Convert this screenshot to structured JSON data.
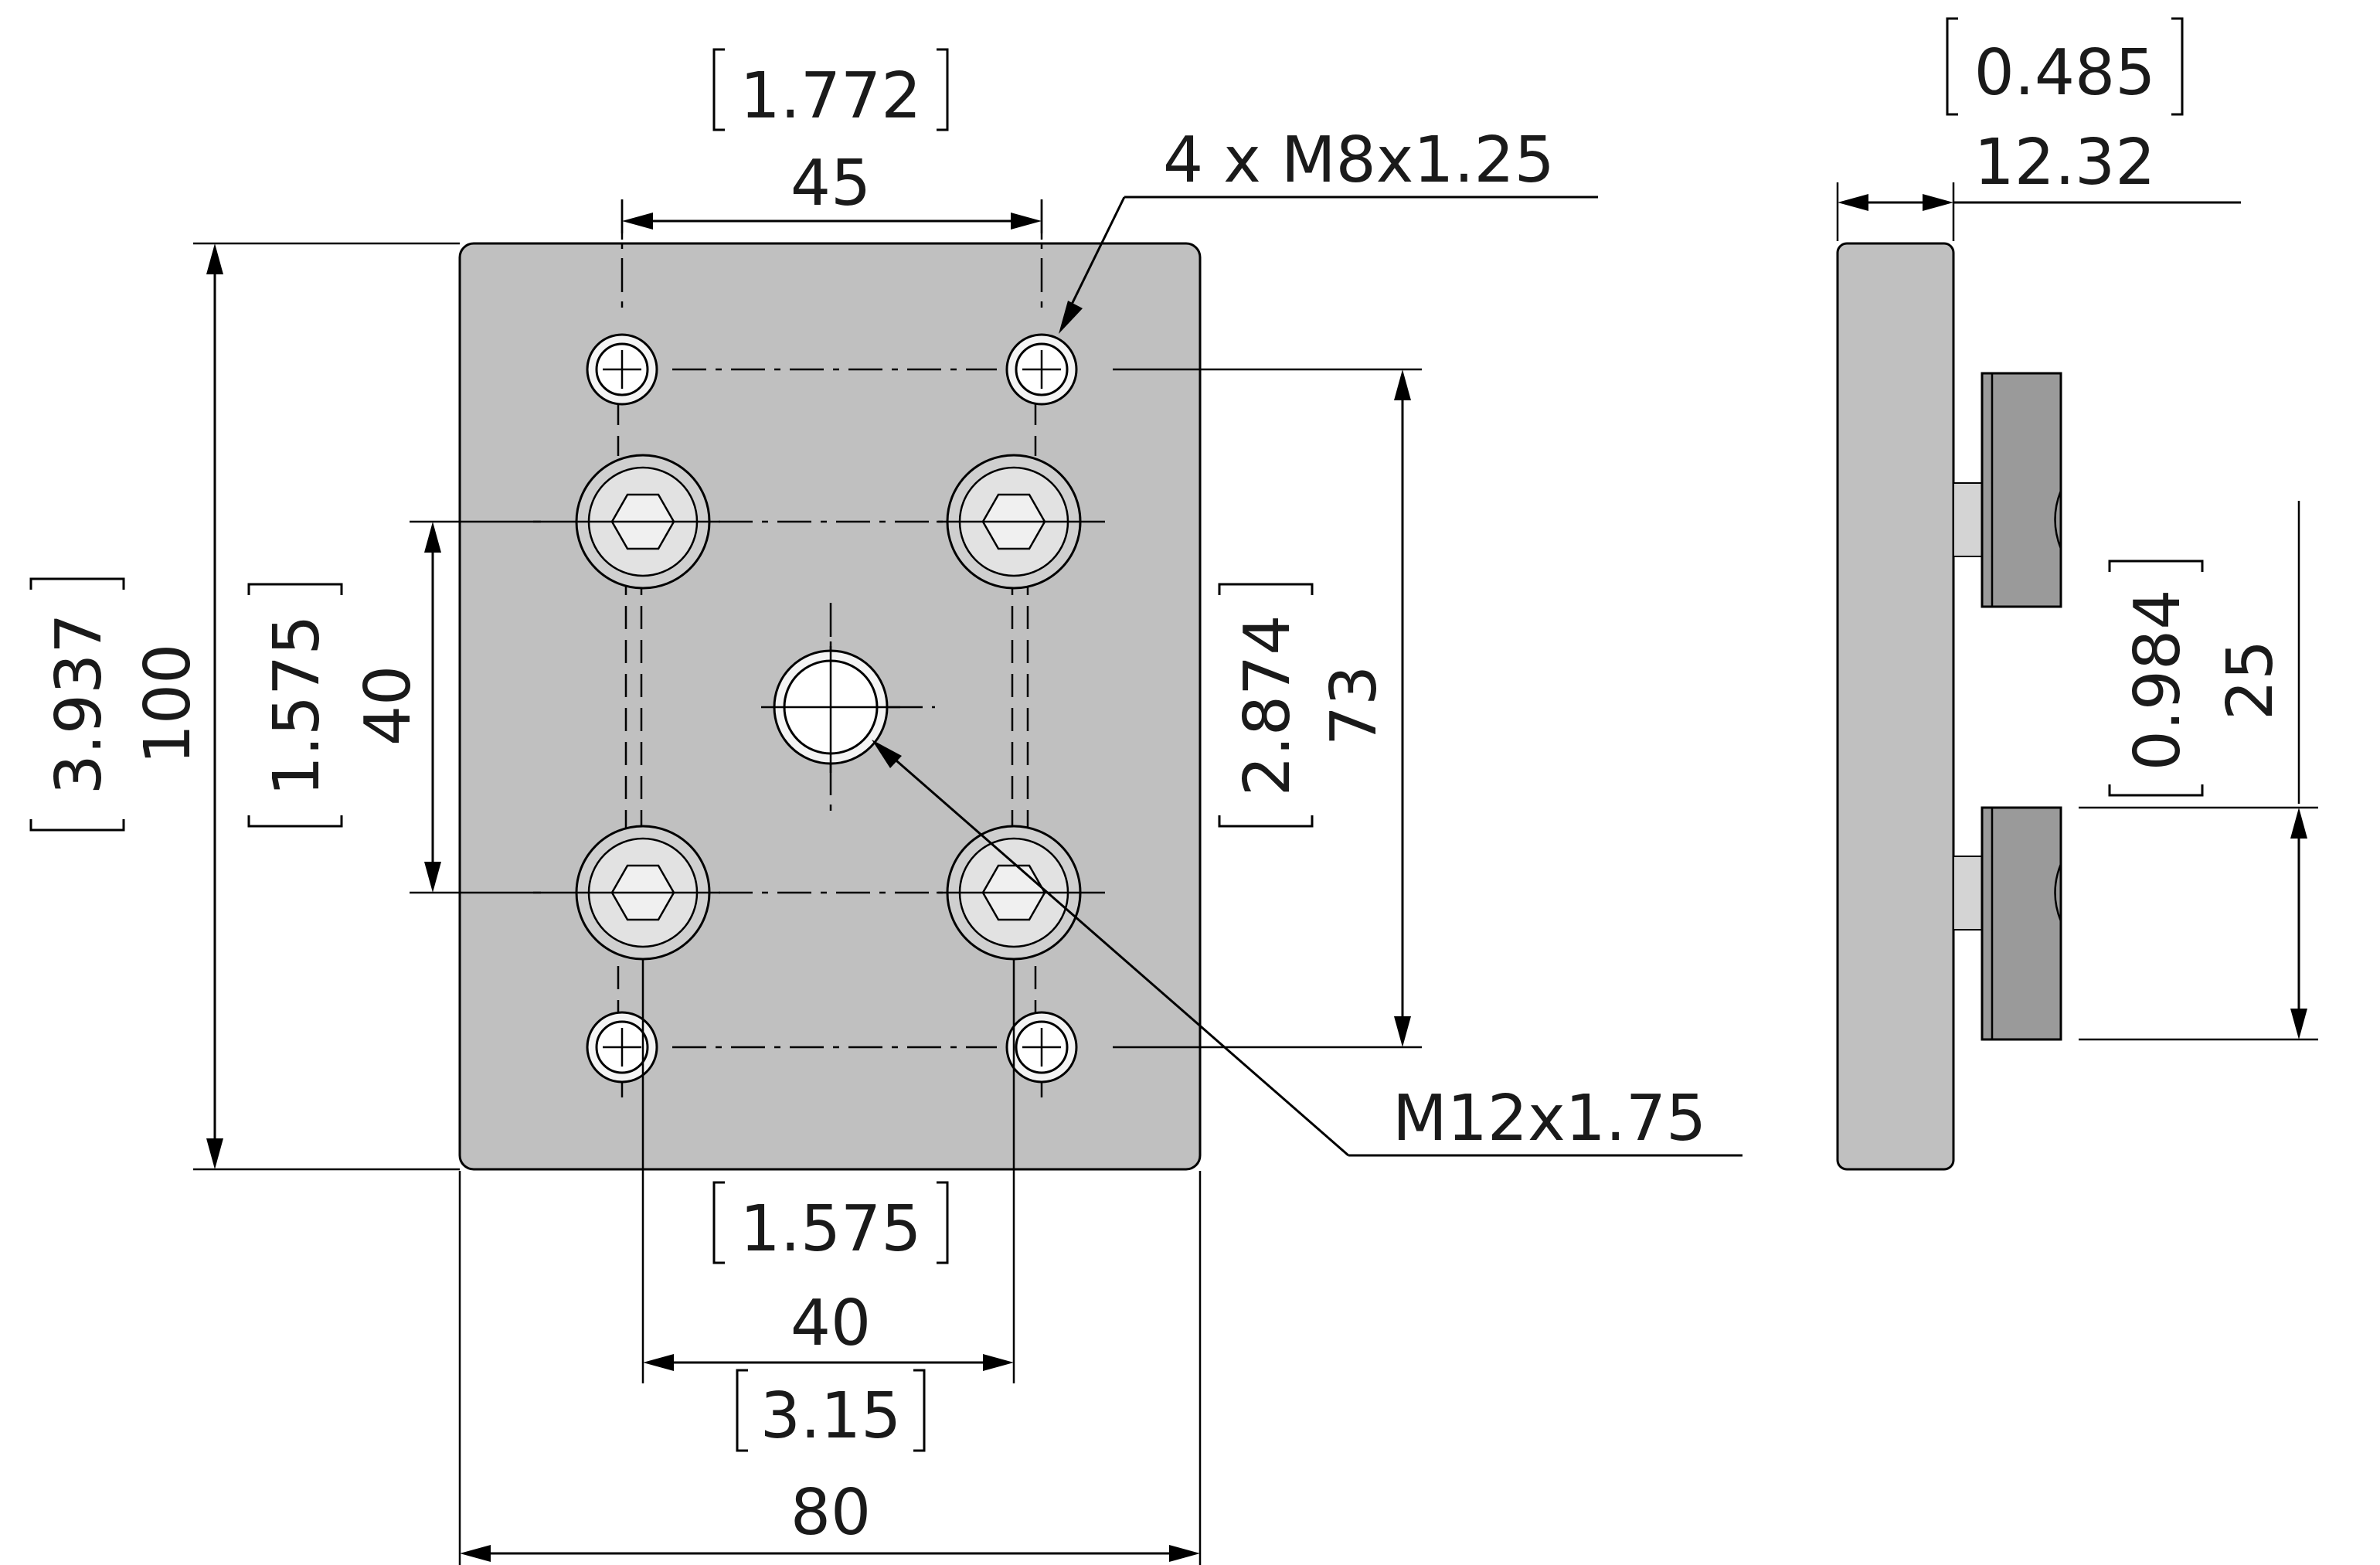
{
  "front_view": {
    "width_mm": "80",
    "width_in": "3.15",
    "height_mm": "100",
    "height_in": "3.937",
    "tapped_hole_spacing_x_mm": "45",
    "tapped_hole_spacing_x_in": "1.772",
    "tapped_hole_spacing_y_mm": "73",
    "tapped_hole_spacing_y_in": "2.874",
    "bolt_spacing_x_mm": "40",
    "bolt_spacing_x_in": "1.575",
    "bolt_spacing_y_mm": "40",
    "bolt_spacing_y_in": "1.575",
    "tapped_hole_callout": "4 x M8x1.25",
    "center_hole_callout": "M12x1.75"
  },
  "side_view": {
    "thickness_mm": "12.32",
    "thickness_in": "0.485",
    "block_spacing_mm": "25",
    "block_spacing_in": "0.984"
  }
}
